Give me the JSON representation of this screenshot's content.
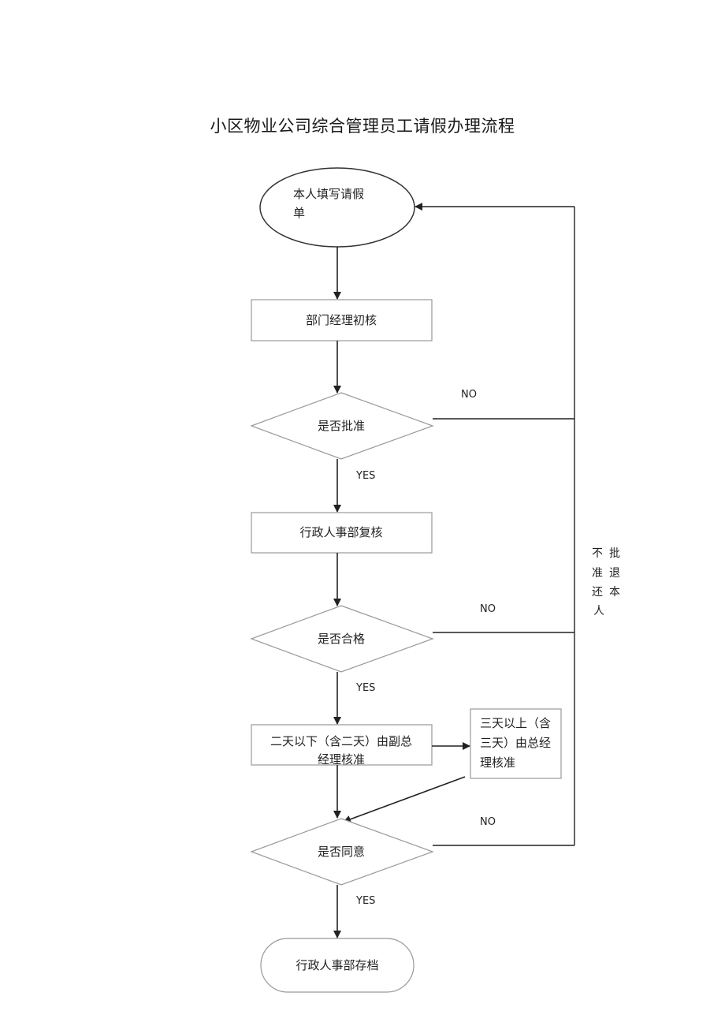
{
  "title": "小区物业公司综合管理员工请假办理流程",
  "nodes": {
    "start_line1": "本人填写请假",
    "start_line2": "单",
    "dept_review": "部门经理初核",
    "approve_q": "是否批准",
    "hr_review": "行政人事部复核",
    "qualify_q": "是否合格",
    "two_days_line1": "二天以下（含二天）由副总",
    "two_days_line2": "经理核准",
    "three_days_line1": "三天以上（含",
    "three_days_line2": "三天）由总经",
    "three_days_line3": "理核准",
    "agree_q": "是否同意",
    "archive": "行政人事部存档"
  },
  "labels": {
    "no1": "NO",
    "yes1": "YES",
    "no2": "NO",
    "yes2": "YES",
    "no3": "NO",
    "yes3": "YES"
  },
  "side_note": {
    "col1_1": "不",
    "col1_2": "准",
    "col1_3": "还",
    "col2_1": "批",
    "col2_2": "退",
    "col2_3": "本",
    "col2_4": "人"
  }
}
